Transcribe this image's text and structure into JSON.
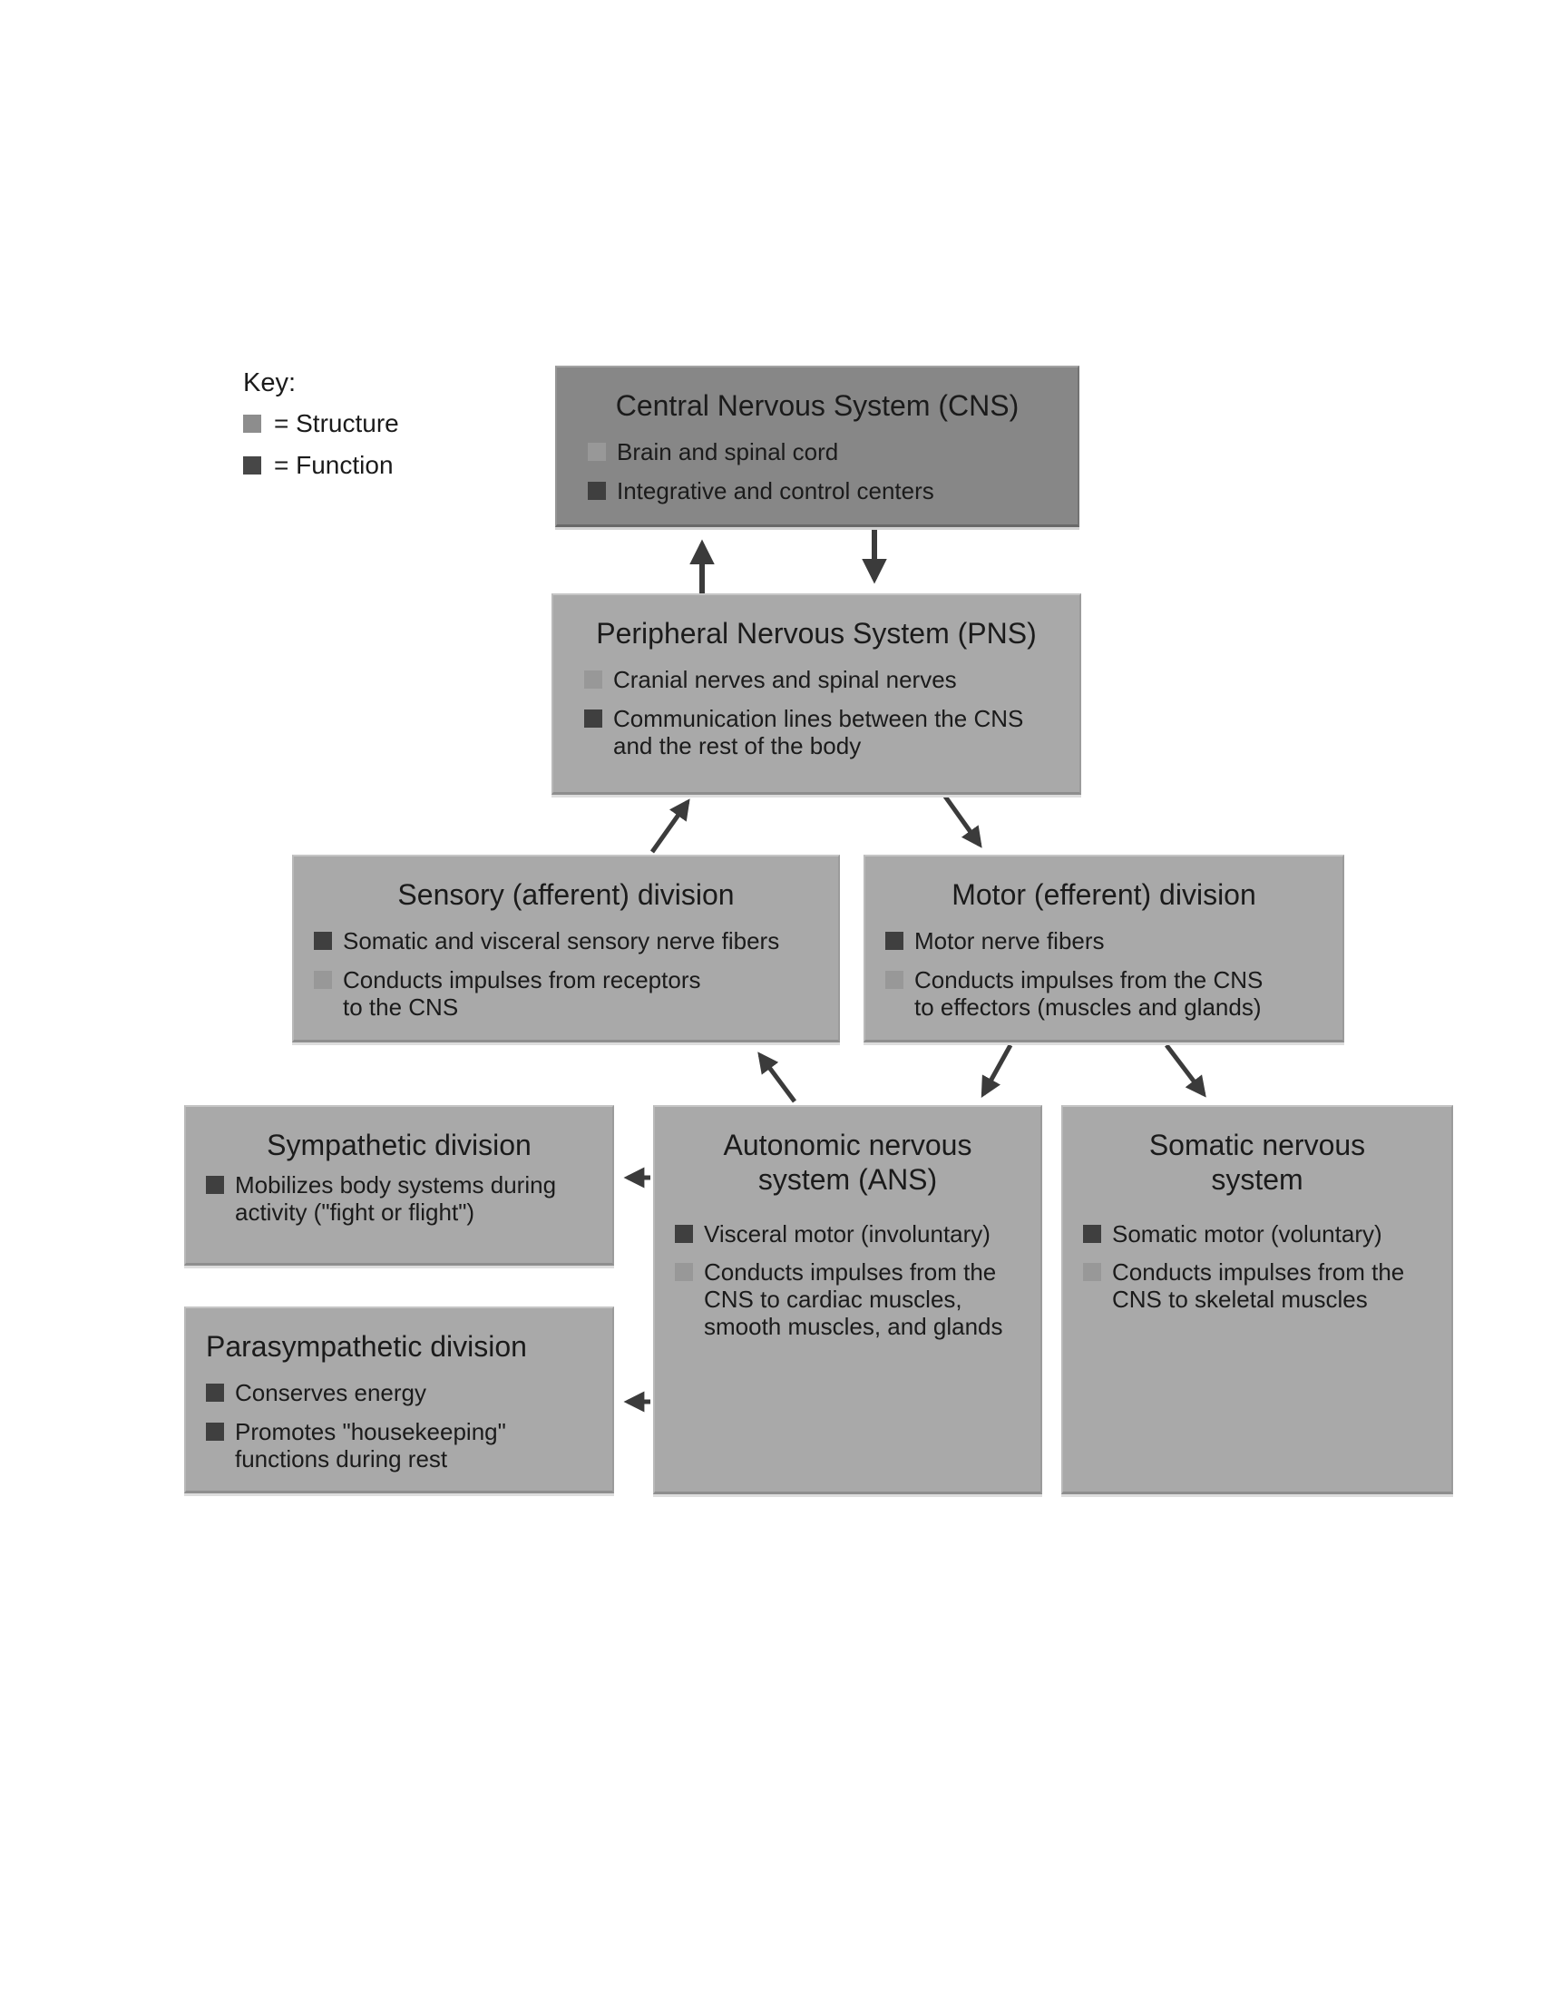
{
  "key": {
    "title": "Key:",
    "items": [
      {
        "shade": "light",
        "label": "= Structure"
      },
      {
        "shade": "dark",
        "label": "= Function"
      }
    ]
  },
  "boxes": {
    "cns": {
      "title": "Central Nervous System (CNS)",
      "bullets": [
        {
          "shade": "light",
          "text": "Brain and spinal cord"
        },
        {
          "shade": "dark",
          "text": "Integrative and control centers"
        }
      ]
    },
    "pns": {
      "title": "Peripheral Nervous System (PNS)",
      "bullets": [
        {
          "shade": "light",
          "text": "Cranial nerves and spinal nerves"
        },
        {
          "shade": "dark",
          "text": "Communication lines between the CNS\nand the rest of the body"
        }
      ]
    },
    "sensory": {
      "title": "Sensory (afferent) division",
      "bullets": [
        {
          "shade": "dark",
          "text": "Somatic and visceral sensory nerve fibers"
        },
        {
          "shade": "light",
          "text": "Conducts impulses from receptors\nto the CNS"
        }
      ]
    },
    "motor": {
      "title": "Motor (efferent) division",
      "bullets": [
        {
          "shade": "dark",
          "text": "Motor nerve fibers"
        },
        {
          "shade": "light",
          "text": "Conducts impulses from the CNS\nto effectors (muscles and glands)"
        }
      ]
    },
    "sympathetic": {
      "title": "Sympathetic division",
      "bullets": [
        {
          "shade": "dark",
          "text": "Mobilizes body systems during\nactivity (\"fight or flight\")"
        }
      ]
    },
    "ans": {
      "title": "Autonomic nervous\nsystem (ANS)",
      "bullets": [
        {
          "shade": "dark",
          "text": "Visceral motor (involuntary)"
        },
        {
          "shade": "light",
          "text": "Conducts impulses from the\nCNS to cardiac muscles,\nsmooth muscles, and glands"
        }
      ]
    },
    "somatic": {
      "title": "Somatic nervous\nsystem",
      "bullets": [
        {
          "shade": "dark",
          "text": "Somatic motor (voluntary)"
        },
        {
          "shade": "light",
          "text": "Conducts impulses from the\nCNS to skeletal muscles"
        }
      ]
    },
    "parasympathetic": {
      "title": "Parasympathetic division",
      "bullets": [
        {
          "shade": "dark",
          "text": "Conserves energy"
        },
        {
          "shade": "dark",
          "text": "Promotes \"housekeeping\"\nfunctions during rest"
        }
      ]
    }
  },
  "colors": {
    "page_background": "#ffffff",
    "cns_box": "#878787",
    "box": "#a9a9a9",
    "structure_bullet": "#989898",
    "function_bullet": "#3f3f3f",
    "arrow": "#3b3b3b",
    "text": "#1b1b1b"
  }
}
